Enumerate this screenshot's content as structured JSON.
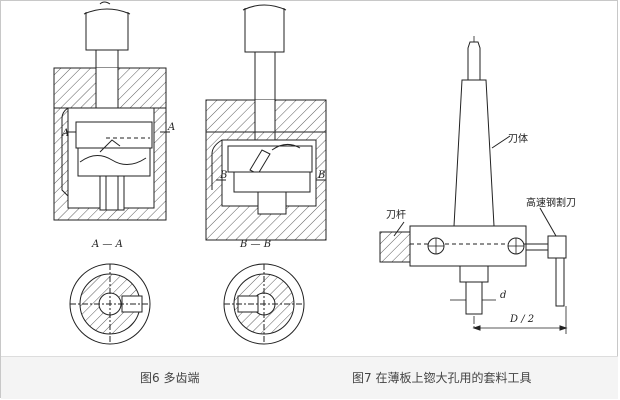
{
  "labels": {
    "section_a": "A",
    "section_a2": "A",
    "section_aa": "A — A",
    "section_b": "B",
    "section_b2": "B",
    "section_bb": "B — B",
    "cutter_body": "刀体",
    "hss_tool": "高速钢割刀",
    "tool_bar": "刀杆",
    "dim_d": "d",
    "dim_d2": "D / 2"
  },
  "captions": {
    "fig6": "图6  多齿端",
    "fig7": "图7 在薄板上锪大孔用的套料工具"
  },
  "colors": {
    "line": "#222222",
    "caption_bg": "#f4f4f4"
  }
}
